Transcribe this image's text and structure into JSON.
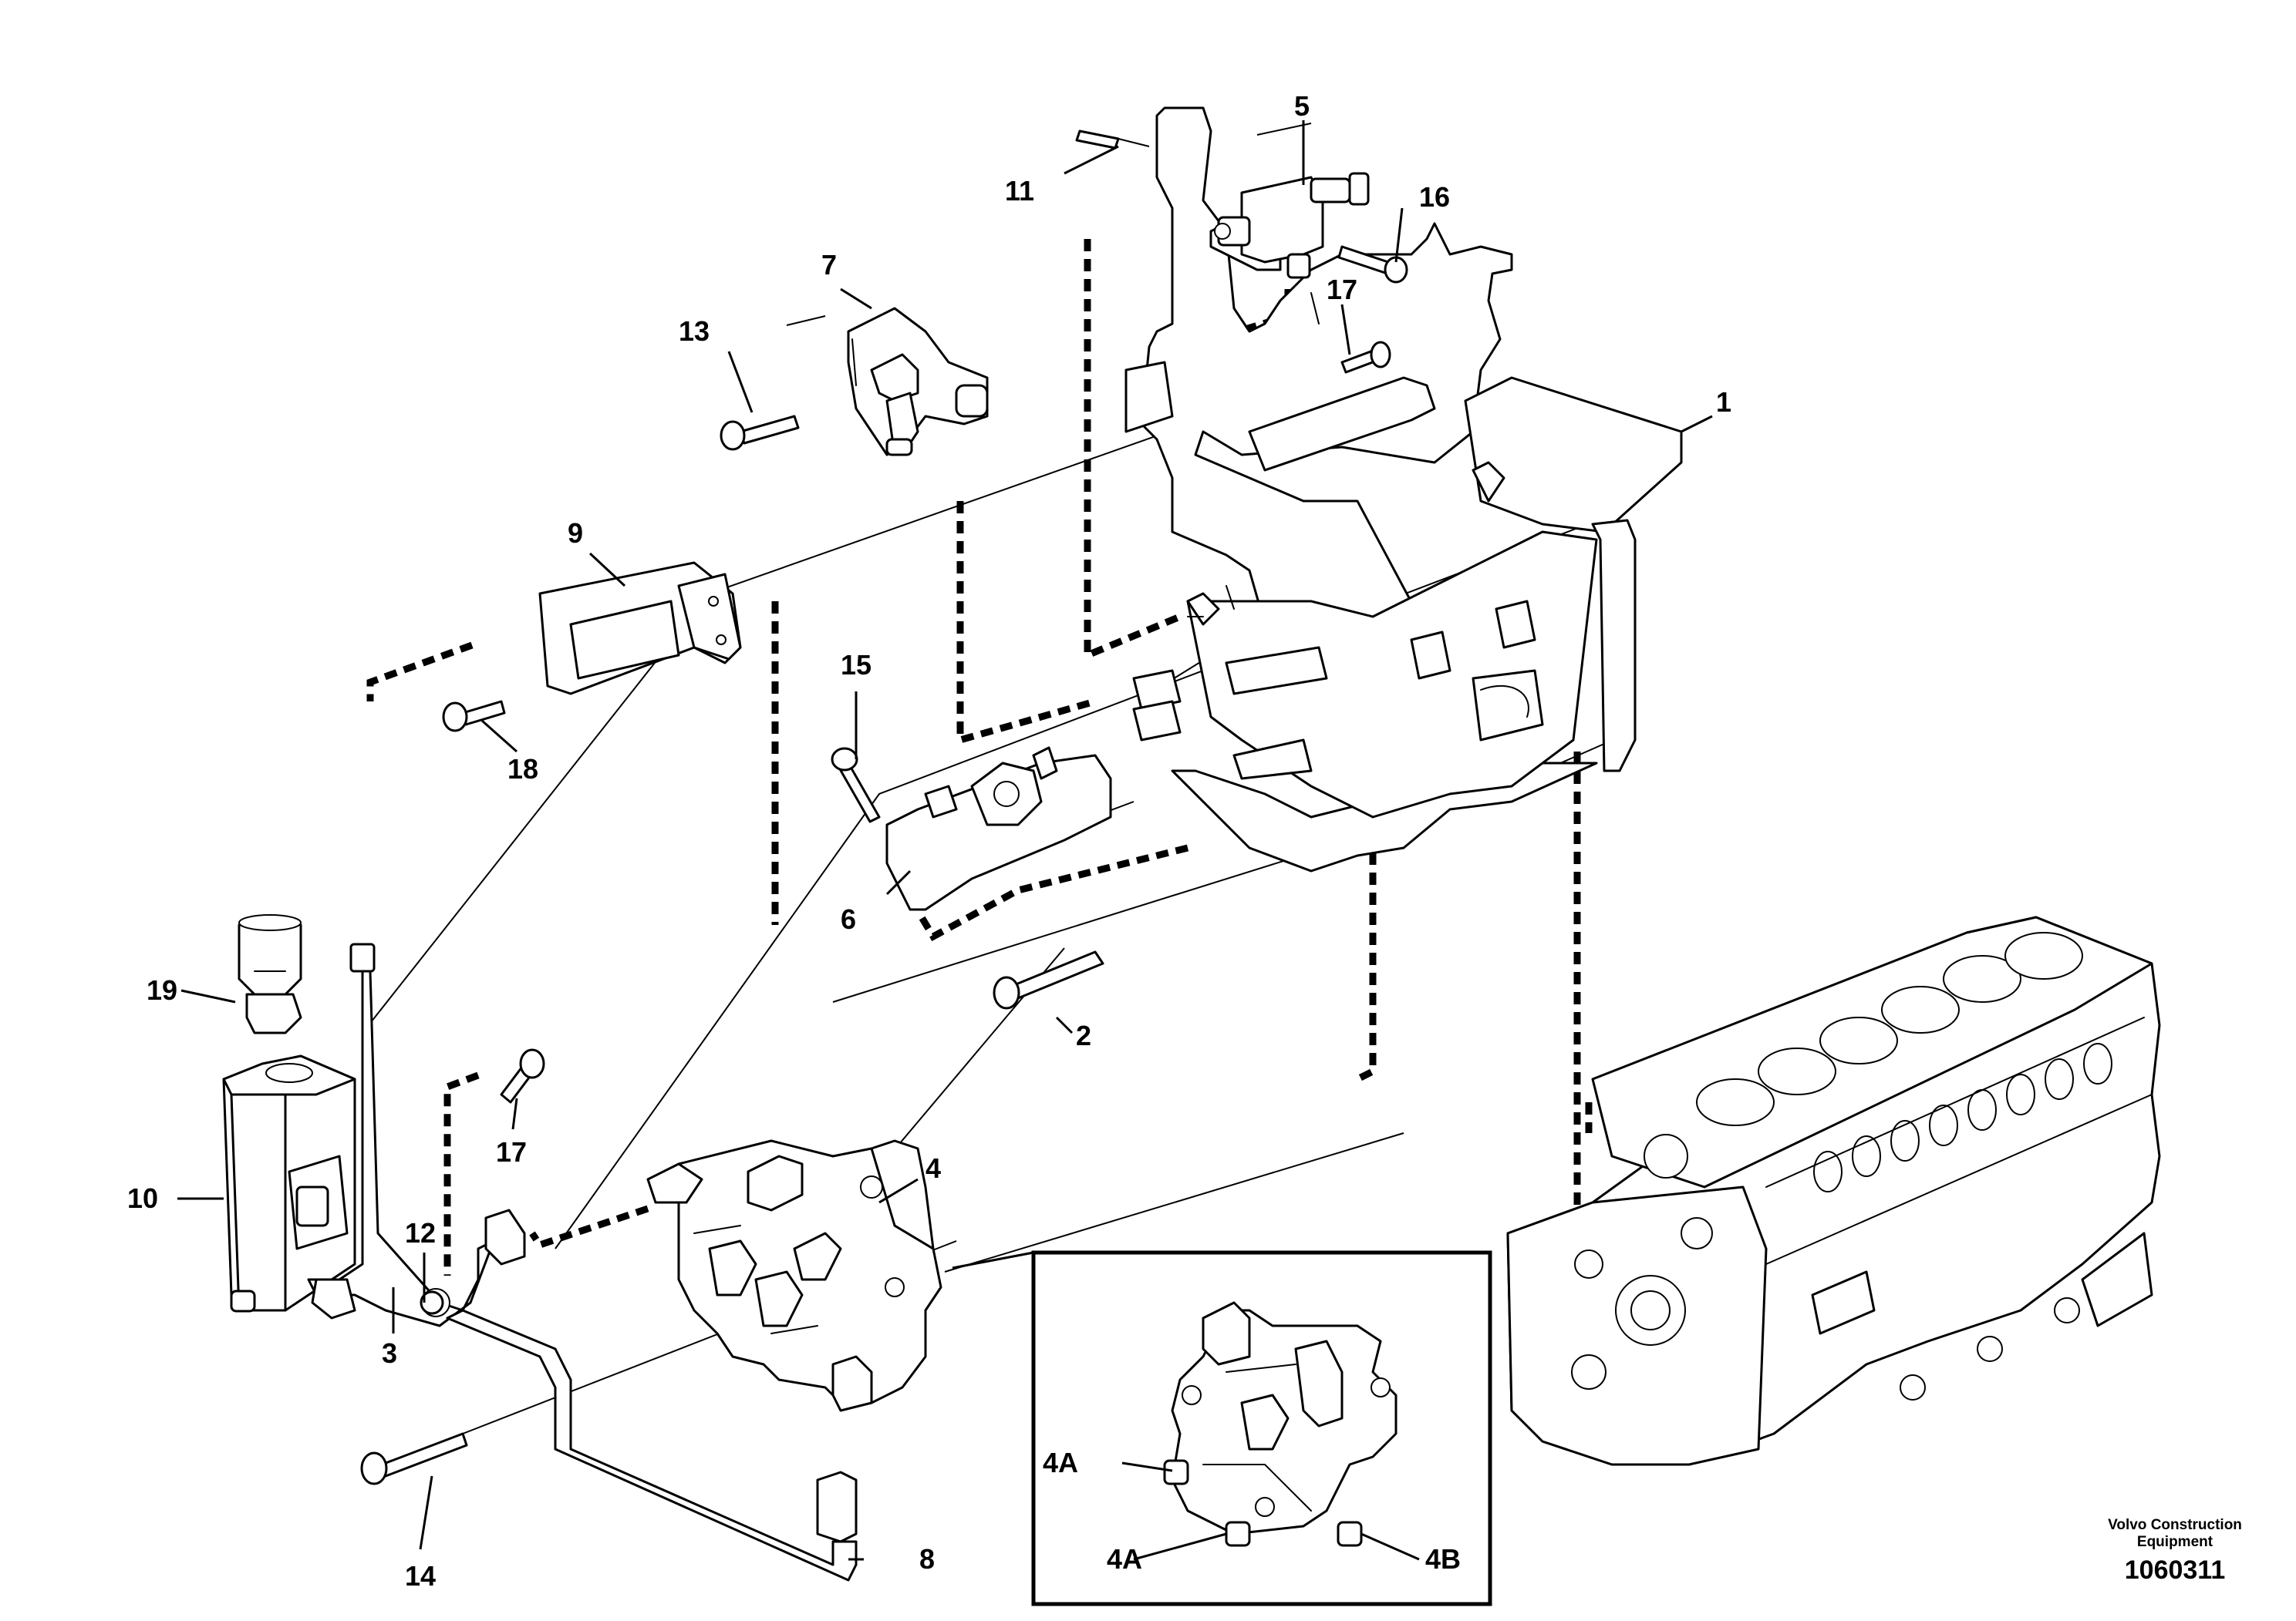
{
  "callouts": {
    "c1": "1",
    "c2": "2",
    "c3": "3",
    "c4": "4",
    "c4a_top": "4A",
    "c4a_bottom": "4A",
    "c4b": "4B",
    "c5": "5",
    "c6": "6",
    "c7": "7",
    "c8": "8",
    "c9": "9",
    "c10": "10",
    "c11": "11",
    "c12": "12",
    "c13": "13",
    "c14": "14",
    "c15": "15",
    "c16": "16",
    "c17_top": "17",
    "c17_bottom": "17",
    "c18": "18",
    "c19": "19"
  },
  "credit": {
    "line1": "Volvo Construction",
    "line2": "Equipment"
  },
  "figure_number": "1060311"
}
